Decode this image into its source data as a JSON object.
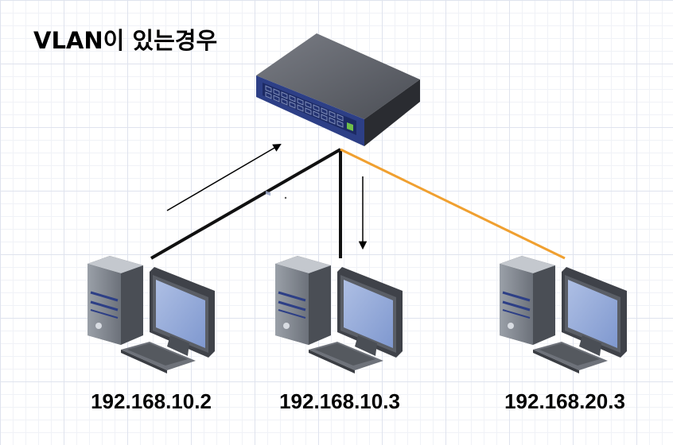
{
  "title": "VLAN이 있는경우",
  "hosts": [
    {
      "ip": "192.168.10.2"
    },
    {
      "ip": "192.168.10.3"
    },
    {
      "ip": "192.168.20.3"
    }
  ],
  "colors": {
    "link_default": "#111111",
    "link_other_vlan": "#f0a030",
    "switch_top": "#5d6068",
    "switch_front": "#2d3f86",
    "monitor_screen": "#8fa7d6"
  },
  "icons": [
    "network-switch-icon",
    "desktop-computer-icon",
    "flow-arrow-icon"
  ]
}
